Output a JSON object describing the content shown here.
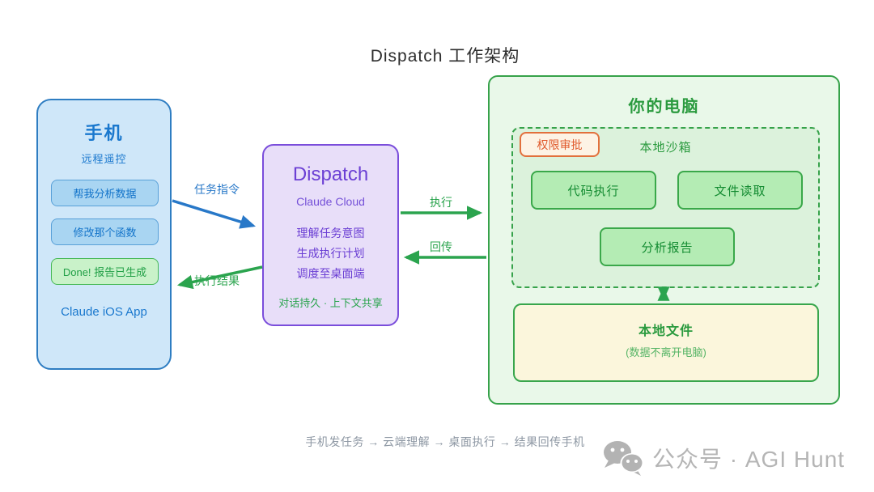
{
  "title": "Dispatch 工作架构",
  "phone": {
    "title": "手机",
    "subtitle": "远程遥控",
    "messages": [
      {
        "label": "帮我分析数据",
        "style": "blue"
      },
      {
        "label": "修改那个函数",
        "style": "blue"
      },
      {
        "label": "Done! 报告已生成",
        "style": "green"
      }
    ],
    "footer": "Claude iOS App"
  },
  "dispatch": {
    "title": "Dispatch",
    "subtitle": "Claude Cloud",
    "steps": [
      "理解任务意图",
      "生成执行计划",
      "调度至桌面端"
    ],
    "note": "对话持久 · 上下文共享"
  },
  "computer": {
    "title": "你的电脑",
    "sandbox": {
      "badge": "权限审批",
      "title": "本地沙箱",
      "capabilities": [
        "代码执行",
        "文件读取",
        "分析报告"
      ]
    },
    "local_files": {
      "title": "本地文件",
      "subtitle": "(数据不离开电脑)"
    }
  },
  "arrows": {
    "task_command": "任务指令",
    "exec_result": "执行结果",
    "execute": "执行",
    "send_back": "回传"
  },
  "caption": "手机发任务 → 云端理解 → 桌面执行 → 结果回传手机",
  "footer": {
    "icon": "wechat-icon",
    "brand": "公众号 · AGI Hunt"
  },
  "colors": {
    "blue_border": "#2e7dc2",
    "blue_fill": "#cfe7f9",
    "blue_button": "#a9d5f2",
    "blue_text": "#1273c9",
    "purple_border": "#7a4ddb",
    "purple_fill": "#e8def9",
    "purple_text": "#6b3fd4",
    "green_border": "#36a24a",
    "green_fill": "#e9f8e9",
    "green_sandbox": "#dcf2dc",
    "green_button": "#b4ecb4",
    "green_text": "#2a9a3e",
    "green_arrow": "#2ba44e",
    "orange_border": "#e2703c",
    "orange_fill": "#fdf3e5",
    "orange_text": "#e0592b",
    "yellow_fill": "#fbf6dc",
    "caption_gray": "#8d97a3",
    "brand_gray": "#b5b5b5",
    "arrow_blue": "#2878c8"
  }
}
